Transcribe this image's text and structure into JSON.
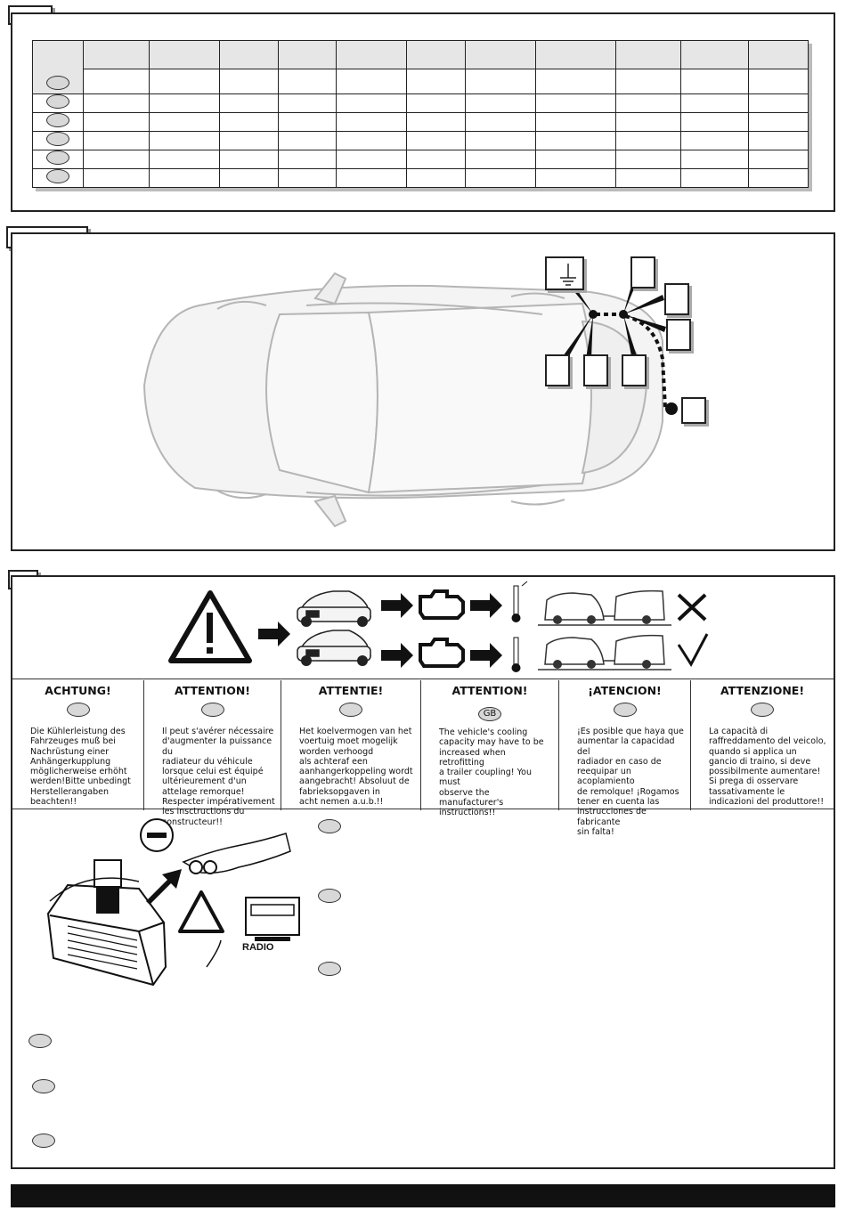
{
  "table": {
    "column_count": 11,
    "row_count": 6
  },
  "warnings": [
    {
      "title": "ACHTUNG!",
      "code": "",
      "text": "Die Kühlerleistung des\nFahrzeuges muß bei\nNachrüstung einer\nAnhängerkupplung\nmöglicherweise erhöht\nwerden!Bitte unbedingt\nHerstellerangaben\nbeachten!!"
    },
    {
      "title": "ATTENTION!",
      "code": "",
      "text": "Il peut s'avérer nécessaire\nd'augmenter la puissance du\nradiateur du véhicule\nlorsque celui est équipé\nultérieurement d'un\nattelage remorque!\nRespecter impérativement\nles insctructions du\nconstructeur!!"
    },
    {
      "title": "ATTENTIE!",
      "code": "",
      "text": "Het koelvermogen van het\nvoertuig moet mogelijk\nworden verhoogd\nals achteraf een\naanhangerkoppeling wordt\naangebracht! Absoluut de\nfabrieksopgaven in\nacht nemen a.u.b.!!"
    },
    {
      "title": "ATTENTION!",
      "code": "GB",
      "text": "The vehicle's cooling\ncapacity may have to be\nincreased when retrofitting\na trailer coupling! You must\nobserve the manufacturer's\ninstructions!!"
    },
    {
      "title": "¡ATENCION!",
      "code": "",
      "text": "¡Es posible que haya que\naumentar la capacidad del\nradiador en caso de\nreequipar un acoplamiento\nde remolque! ¡Rogamos\ntener en cuenta las\ninstrucciones de fabricante\nsin falta!"
    },
    {
      "title": "ATTENZIONE!",
      "code": "",
      "text": "La capacità di\nraffreddamento del veicolo,\nquando si applica un\ngancio di traino, si deve\npossibilmente aumentare!\nSi prega di osservare\ntassativamente le\nindicazioni del produttore!!"
    }
  ],
  "battery": {
    "radio_label": "RADIO"
  },
  "icons": {
    "ground": "ground-symbol-icon",
    "check": "checkmark-icon",
    "cross": "cross-icon",
    "warning": "warning-triangle-icon"
  }
}
